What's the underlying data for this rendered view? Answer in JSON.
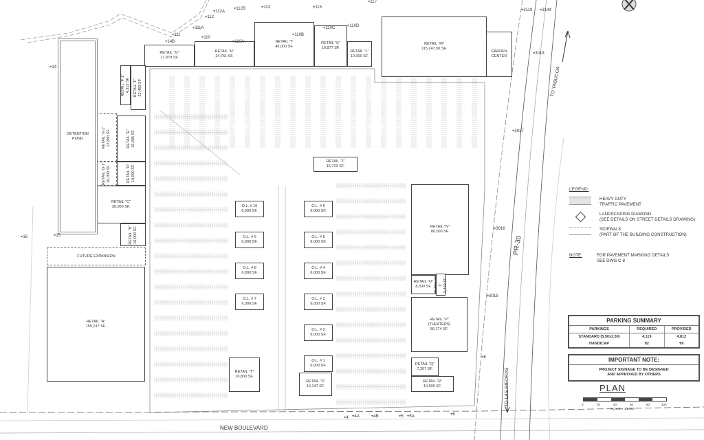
{
  "buildings": [
    {
      "id": "G",
      "name": "RETAIL \"G\"",
      "area": "17,978 SF."
    },
    {
      "id": "H",
      "name": "RETAIL \"H\"",
      "area": "24,761 SF."
    },
    {
      "id": "I",
      "name": "RETAIL \"I\"",
      "area": "45,000 SF."
    },
    {
      "id": "K",
      "name": "RETAIL \"K\"",
      "area": "19,877 SF."
    },
    {
      "id": "L",
      "name": "RETAIL \"L\"",
      "area": "10,000 SF."
    },
    {
      "id": "M",
      "name": "RETAIL \"M\"",
      "area": "115,247.50 SF."
    },
    {
      "id": "GC",
      "name": "GARDEN",
      "area": "CENTER"
    },
    {
      "id": "F1",
      "name": "RETAIL \"F-1\"",
      "area": "4,313 SF."
    },
    {
      "id": "F",
      "name": "RETAIL \"F\"",
      "area": "22,463 SF."
    },
    {
      "id": "E1",
      "name": "RETAIL \"E-1\"",
      "area": "12,880 SF."
    },
    {
      "id": "E",
      "name": "RETAIL \"E\"",
      "area": "19,085 SF."
    },
    {
      "id": "D1",
      "name": "RETAIL \"D-1\"",
      "area": "10,000 SF."
    },
    {
      "id": "D",
      "name": "RETAIL \"D\"",
      "area": "10,000 SF."
    },
    {
      "id": "C",
      "name": "RETAIL \"C\"",
      "area": "30,000 SF."
    },
    {
      "id": "B",
      "name": "RETAIL \"B\"",
      "area": "10,000 SF."
    },
    {
      "id": "POND",
      "name": "DETENTION",
      "area": "POND"
    },
    {
      "id": "FE",
      "name": "FUTURE EXPANSION",
      "area": ""
    },
    {
      "id": "A",
      "name": "RETAIL \"A\"",
      "area": "155,017 SF."
    },
    {
      "id": "J",
      "name": "RETAIL \"J\"",
      "area": "15,723 SF."
    },
    {
      "id": "OL10",
      "name": "O.L. # 10",
      "area": "6,000 SF."
    },
    {
      "id": "OL9",
      "name": "O.L. # 9",
      "area": "6,000 SF."
    },
    {
      "id": "OL8",
      "name": "O.L. # 8",
      "area": "6,000 SF."
    },
    {
      "id": "OL7",
      "name": "O.L. # 7",
      "area": "6,000 SF."
    },
    {
      "id": "OL6",
      "name": "O.L. # 6",
      "area": "6,000 SF."
    },
    {
      "id": "OL5",
      "name": "O.L. # 5",
      "area": "6,000 SF."
    },
    {
      "id": "OL4",
      "name": "O.L. # 4",
      "area": "6,000 SF."
    },
    {
      "id": "OL3",
      "name": "O.L. # 3",
      "area": "6,000 SF."
    },
    {
      "id": "OL2",
      "name": "O.L. # 2",
      "area": "6,000 SF."
    },
    {
      "id": "OL1",
      "name": "O.L. # 1",
      "area": "6,000 SF."
    },
    {
      "id": "T",
      "name": "RETAIL \"T\"",
      "area": "16,800 SF."
    },
    {
      "id": "S",
      "name": "RETAIL \"S\"",
      "area": "10,147 SF."
    },
    {
      "id": "N",
      "name": "RETAIL \"N\"",
      "area": "80,000 SF."
    },
    {
      "id": "O",
      "name": "RETAIL \"O\"",
      "area": "8,000 SF."
    },
    {
      "id": "O1",
      "name": "RETAIL \"O-1\"",
      "area": "2,400 SF."
    },
    {
      "id": "P",
      "name": "RETAIL \"P\"\n(THEATERS)",
      "area": "56,174 SF."
    },
    {
      "id": "Q",
      "name": "RETAIL \"Q\"",
      "area": "7,207 SF."
    },
    {
      "id": "R",
      "name": "RETAIL \"R\"",
      "area": "10,500 SF."
    }
  ],
  "survey_points": [
    "14B",
    "110",
    "110A",
    "110B",
    "110C",
    "110D",
    "111",
    "111A",
    "112",
    "112A",
    "112B",
    "113",
    "115",
    "117",
    "3119",
    "3144",
    "3018",
    "3017",
    "3016",
    "3015",
    "14",
    "16",
    "15",
    "4",
    "4A",
    "4B",
    "5",
    "5A",
    "6",
    "8"
  ],
  "roads": {
    "boulevard": "NEW BOULEVARD",
    "highway": "PR-30",
    "north_direction": "TO YABUCOA",
    "south_direction": "TO LAS PIEDRAS"
  },
  "legend": {
    "title": "LEGEND:",
    "items": [
      {
        "icon": "pavement-swatch",
        "line1": "HEAVY DUTY",
        "line2": "TRAFFIC PAVEMENT"
      },
      {
        "icon": "diamond-icon",
        "line1": "LANDSCAPING DIAMOND",
        "line2": "(SEE DETAILS ON STREET DETAILS DRAWING)"
      },
      {
        "icon": "sidewalk-swatch",
        "line1": "SIDEWALK",
        "line2": "(PART OF THE BUILDING CONSTRUCTION)"
      }
    ],
    "note_label": "NOTE:",
    "note_line1": "FOR PAVEMENT MARKING DETAILS",
    "note_line2": "SEE DWG C-8"
  },
  "parking_summary": {
    "title": "PARKING SUMMARY",
    "headers": [
      "PARKINGS",
      "REQUIRED",
      "PROVIDED"
    ],
    "rows": [
      [
        "STANDARD (5.50x2.50)",
        "4,119",
        "4,812"
      ],
      [
        "HANDICAP",
        "82",
        "99"
      ]
    ]
  },
  "important_note": {
    "title": "IMPORTANT NOTE:",
    "line1": "PROJECT SIGNAGE TO BE DESIGNED",
    "line2": "AND APPROVED BY OTHERS"
  },
  "plan": {
    "title": "PLAN",
    "scale_ticks": [
      "0",
      "20",
      "40",
      "60",
      "80",
      "100"
    ],
    "scale_text": "SCALE = 1/1,000"
  },
  "colors": {
    "line": "#444444",
    "light_line": "#bbbbbb",
    "background": "#ffffff"
  }
}
